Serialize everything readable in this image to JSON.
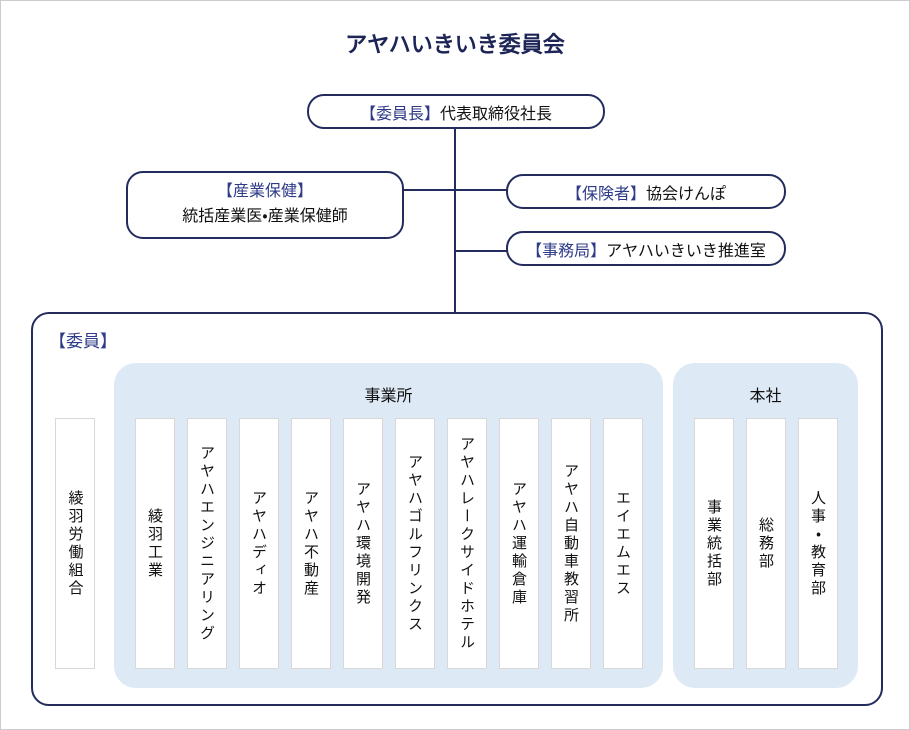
{
  "title": "アヤハいきいき委員会",
  "chairman": {
    "role": "【委員長】",
    "name": "代表取締役社長"
  },
  "occupational_health": {
    "role": "【産業保健】",
    "name": "統括産業医・産業保健師"
  },
  "insurer": {
    "role": "【保険者】",
    "name": "協会けんぽ"
  },
  "secretariat": {
    "role": "【事務局】",
    "name": "アヤハいきいき推進室"
  },
  "members": {
    "label": "【委員】",
    "union": "綾羽労働組合",
    "offices": {
      "label": "事業所",
      "items": [
        "綾羽工業",
        "アヤハエンジニアリング",
        "アヤハディオ",
        "アヤハ不動産",
        "アヤハ環境開発",
        "アヤハゴルフリンクス",
        "アヤハレークサイドホテル",
        "アヤハ運輸倉庫",
        "アヤハ自動車教習所",
        "エイエムエス"
      ]
    },
    "headquarters": {
      "label": "本社",
      "items": [
        "事業統括部",
        "総務部",
        "人事・教育部"
      ]
    }
  },
  "colors": {
    "navy_border": "#242c5e",
    "title_navy": "#1d2556",
    "label_blue": "#2f3b88",
    "panel_blue": "#dde9f5",
    "box_border_gray": "#d8d8d8",
    "text_black": "#111111"
  }
}
